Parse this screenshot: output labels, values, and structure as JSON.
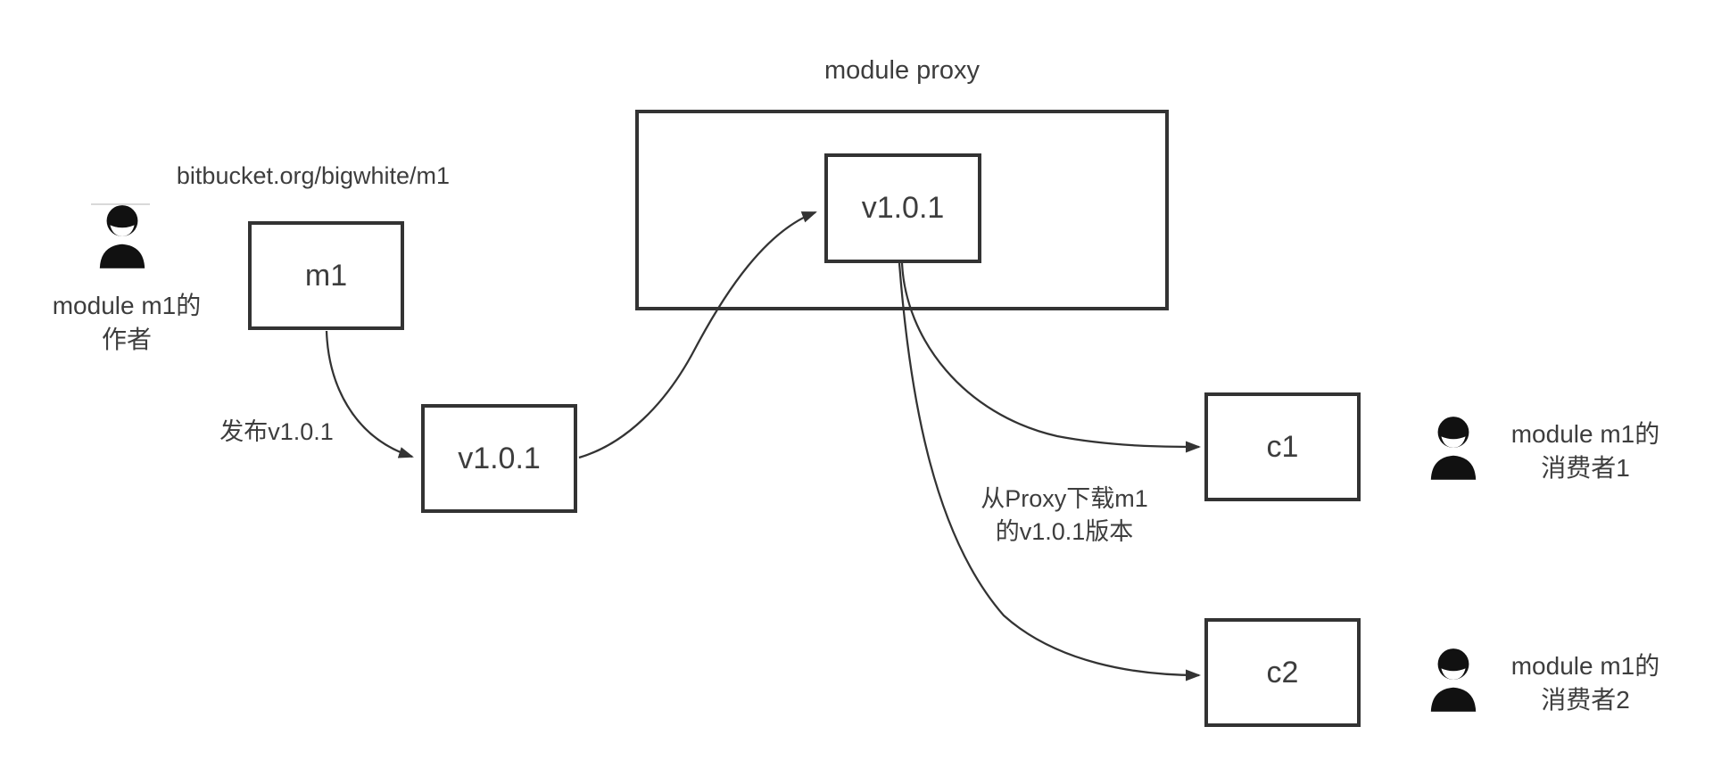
{
  "diagram": {
    "background_color": "#ffffff",
    "line_color": "#333333",
    "text_color": "#3d3d3d",
    "proxy": {
      "title": "module proxy",
      "version_box_label": "v1.0.1"
    },
    "author": {
      "repo_label": "bitbucket.org/bigwhite/m1",
      "label_line1": "module m1的",
      "label_line2": "作者",
      "module_box_label": "m1",
      "version_box_label": "v1.0.1",
      "publish_arrow_label": "发布v1.0.1",
      "avatar_icon": "person-bust"
    },
    "download_label": {
      "line1": "从Proxy下载m1",
      "line2": "的v1.0.1版本"
    },
    "consumers": [
      {
        "box_label": "c1",
        "label_line1": "module m1的",
        "label_line2": "消费者1",
        "avatar_icon": "person-bust"
      },
      {
        "box_label": "c2",
        "label_line1": "module m1的",
        "label_line2": "消费者2",
        "avatar_icon": "person-bust"
      }
    ]
  }
}
